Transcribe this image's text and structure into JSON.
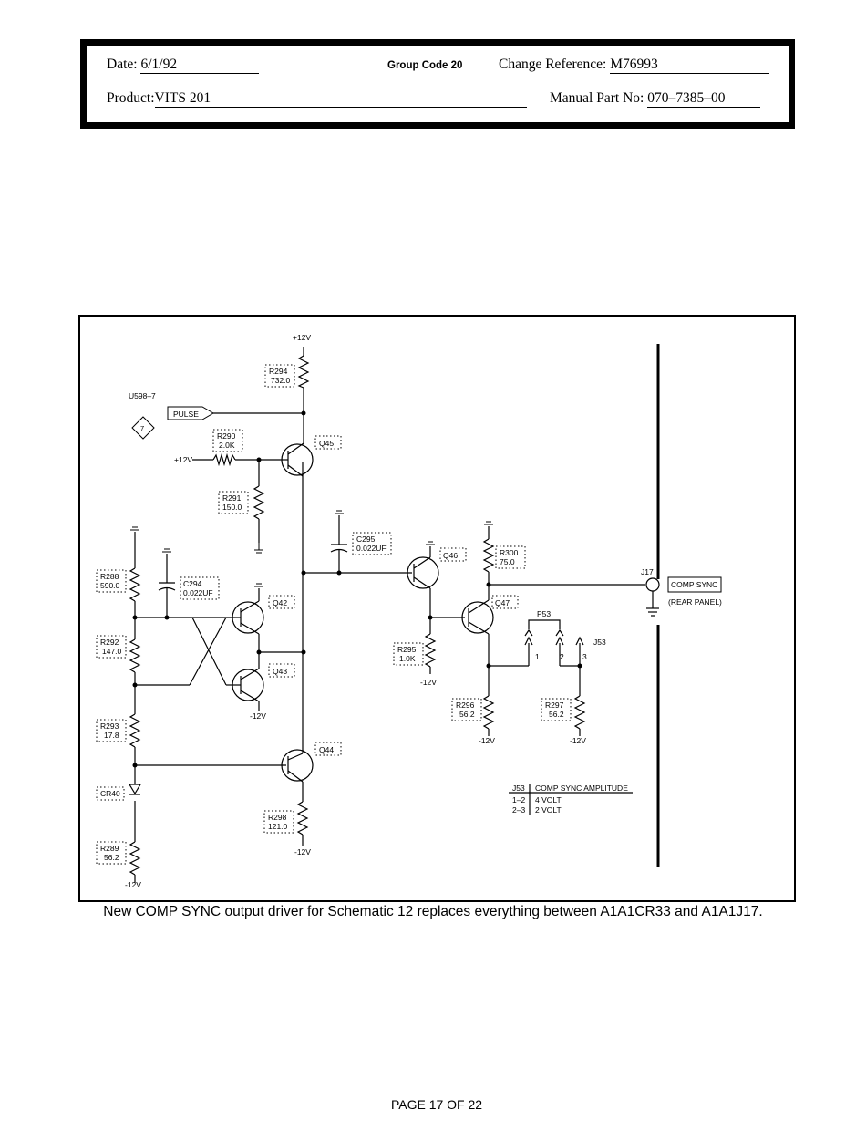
{
  "header": {
    "date_label": "Date:",
    "date": "6/1/92",
    "group_code_label": "Group Code",
    "group_code": "20",
    "change_ref_label": "Change Reference:",
    "change_ref": "M76993",
    "product_label": "Product:",
    "product": "VITS 201",
    "manual_part_label": "Manual Part No:",
    "manual_part": "070–7385–00"
  },
  "schematic": {
    "supply_pos": "+12V",
    "supply_neg": "-12V",
    "input_ref": "U598–7",
    "input_pin": "7",
    "input_signal": "PULSE",
    "components": {
      "r294": {
        "ref": "R294",
        "value": "732.0"
      },
      "r290": {
        "ref": "R290",
        "value": "2.0K"
      },
      "r291": {
        "ref": "R291",
        "value": "150.0"
      },
      "r288": {
        "ref": "R288",
        "value": "590.0"
      },
      "r292": {
        "ref": "R292",
        "value": "147.0"
      },
      "r293": {
        "ref": "R293",
        "value": "17.8"
      },
      "r289": {
        "ref": "R289",
        "value": "56.2"
      },
      "r298": {
        "ref": "R298",
        "value": "121.0"
      },
      "r295": {
        "ref": "R295",
        "value": "1.0K"
      },
      "r296": {
        "ref": "R296",
        "value": "56.2"
      },
      "r297": {
        "ref": "R297",
        "value": "56.2"
      },
      "r300": {
        "ref": "R300",
        "value": "75.0"
      },
      "c295": {
        "ref": "C295",
        "value": "0.022UF"
      },
      "c294": {
        "ref": "C294",
        "value": "0.022UF"
      },
      "cr40": {
        "ref": "CR40"
      },
      "q42": {
        "ref": "Q42"
      },
      "q43": {
        "ref": "Q43"
      },
      "q44": {
        "ref": "Q44"
      },
      "q45": {
        "ref": "Q45"
      },
      "q46": {
        "ref": "Q46"
      },
      "q47": {
        "ref": "Q47"
      }
    },
    "connector_j17": "J17",
    "output_label": "COMP SYNC",
    "output_location": "(REAR PANEL)",
    "jumper_p53": "P53",
    "jumper_j53": "J53",
    "pins": [
      "1",
      "2",
      "3"
    ],
    "table": {
      "col1": "J53",
      "col2": "COMP SYNC AMPLITUDE",
      "rows": [
        {
          "pins": "1–2",
          "amplitude": "4 VOLT"
        },
        {
          "pins": "2–3",
          "amplitude": "2 VOLT"
        }
      ]
    }
  },
  "caption": "New COMP SYNC output driver for Schematic 12 replaces everything between A1A1CR33 and A1A1J17.",
  "page_number": "PAGE 17 OF 22"
}
